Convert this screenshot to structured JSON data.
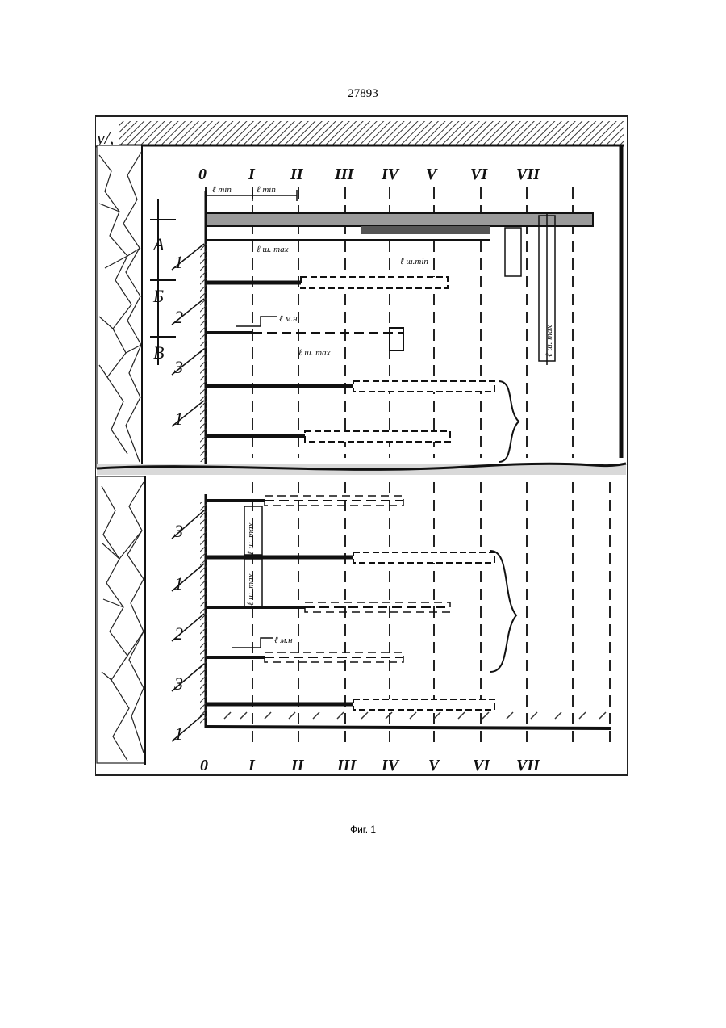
{
  "page_number": "27893",
  "caption": "Фиг. 1",
  "diagram": {
    "corner_label": "y/,",
    "top_columns": [
      "0",
      "I",
      "II",
      "III",
      "IV",
      "V",
      "VI",
      "VII"
    ],
    "bottom_columns": [
      "0",
      "I",
      "II",
      "III",
      "IV",
      "V",
      "VI",
      "VII"
    ],
    "sections": [
      "А",
      "Б",
      "В"
    ],
    "top_row_labels": [
      "1",
      "2",
      "3",
      "1"
    ],
    "bottom_row_labels": [
      "3",
      "1",
      "2",
      "3",
      "1"
    ],
    "dim_labels": {
      "l_min1": "ℓ min",
      "l_min2": "ℓ min",
      "l_sh_max": "ℓ ш. max",
      "l_sh_min": "ℓ ш.min",
      "l_sh_max2": "ℓ ш. max",
      "l_mn": "ℓ м.н",
      "l_sh_max3": "ℓ ш. max",
      "l_sh_max4": "ℓ ш. max",
      "l_mn2": "ℓ м.н",
      "l_sh_max5": "ℓ ш. max"
    }
  }
}
